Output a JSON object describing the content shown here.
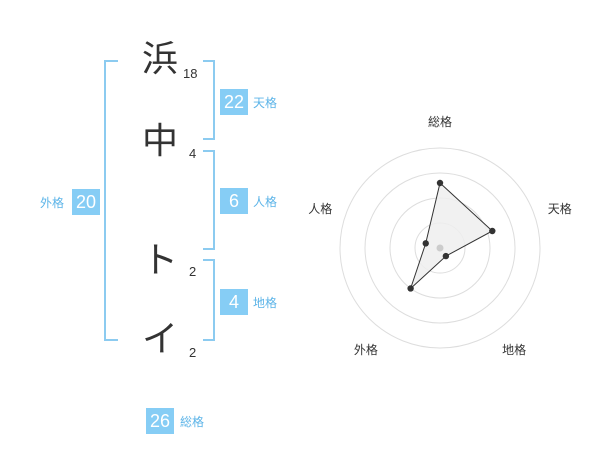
{
  "characters": [
    {
      "char": "浜",
      "strokes": "18"
    },
    {
      "char": "中",
      "strokes": "4"
    },
    {
      "char": "ト",
      "strokes": "2"
    },
    {
      "char": "イ",
      "strokes": "2"
    }
  ],
  "fortunes": {
    "tenkaku": {
      "value": "22",
      "label": "天格"
    },
    "jinkaku": {
      "value": "6",
      "label": "人格"
    },
    "chikaku": {
      "value": "4",
      "label": "地格"
    },
    "gaikaku": {
      "value": "20",
      "label": "外格"
    },
    "soukaku": {
      "value": "26",
      "label": "総格"
    }
  },
  "chart_data": {
    "type": "radar",
    "axes": [
      "総格",
      "天格",
      "地格",
      "外格",
      "人格"
    ],
    "values": [
      26,
      22,
      4,
      20,
      6
    ],
    "radial_levels": 4,
    "colors": {
      "fill": "#eeeeee",
      "stroke": "#333333",
      "grid": "#dddddd",
      "center": "#cccccc"
    }
  }
}
